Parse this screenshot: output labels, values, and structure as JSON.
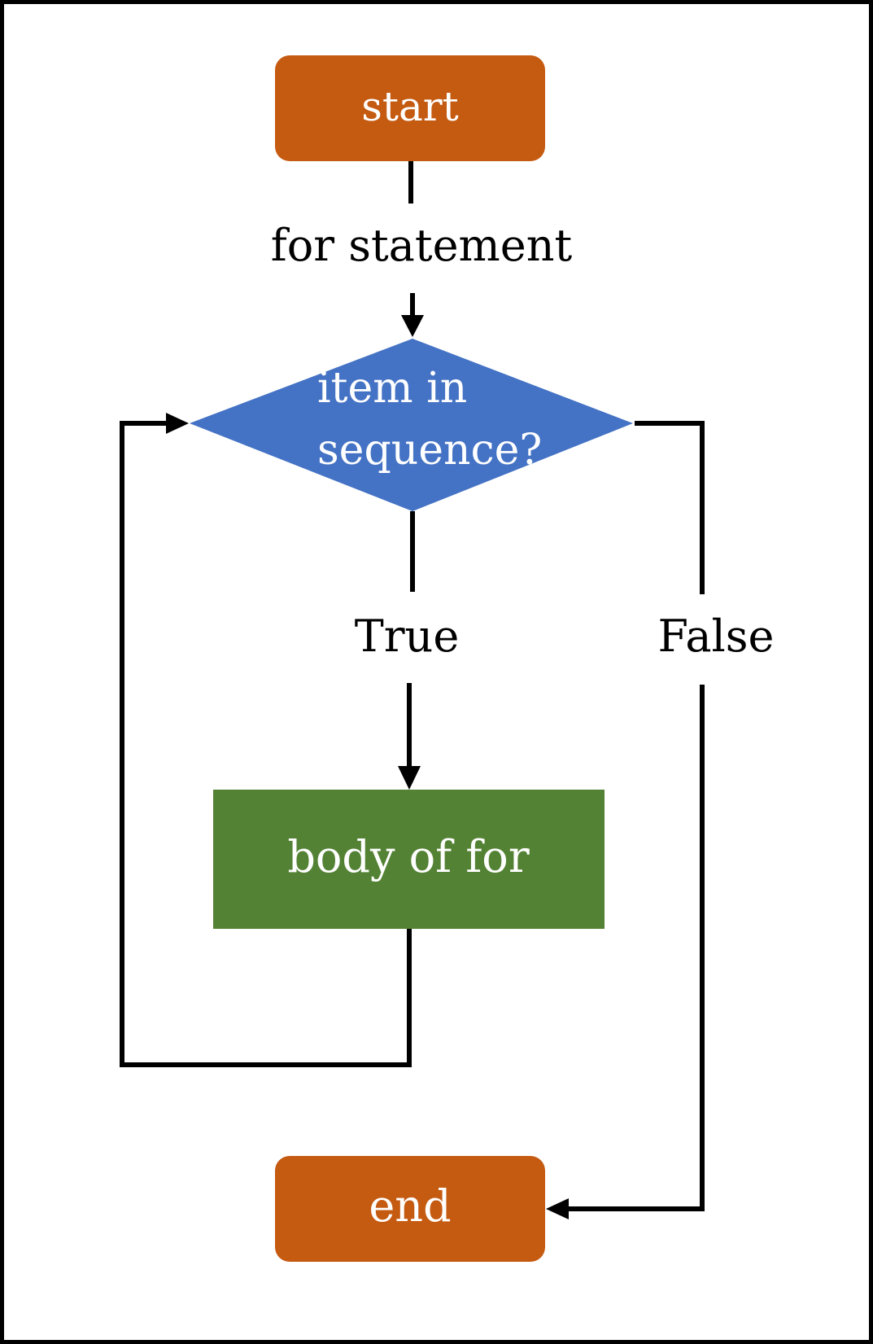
{
  "diagram": {
    "nodes": {
      "start": {
        "label": "start",
        "shape": "terminal",
        "color": "#C55A11"
      },
      "decision": {
        "label_lines": [
          "item in",
          "sequence?"
        ],
        "shape": "decision",
        "color": "#4472C4"
      },
      "body": {
        "label": "body of for",
        "shape": "process",
        "color": "#548235"
      },
      "end": {
        "label": "end",
        "shape": "terminal",
        "color": "#C55A11"
      }
    },
    "edge_labels": {
      "for_statement": "for statement",
      "true_branch": "True",
      "false_branch": "False"
    },
    "edges": [
      {
        "from": "start",
        "to": "decision",
        "label": "for statement"
      },
      {
        "from": "decision",
        "to": "body",
        "label": "True"
      },
      {
        "from": "body",
        "to": "decision",
        "label": ""
      },
      {
        "from": "decision",
        "to": "end",
        "label": "False"
      }
    ]
  }
}
